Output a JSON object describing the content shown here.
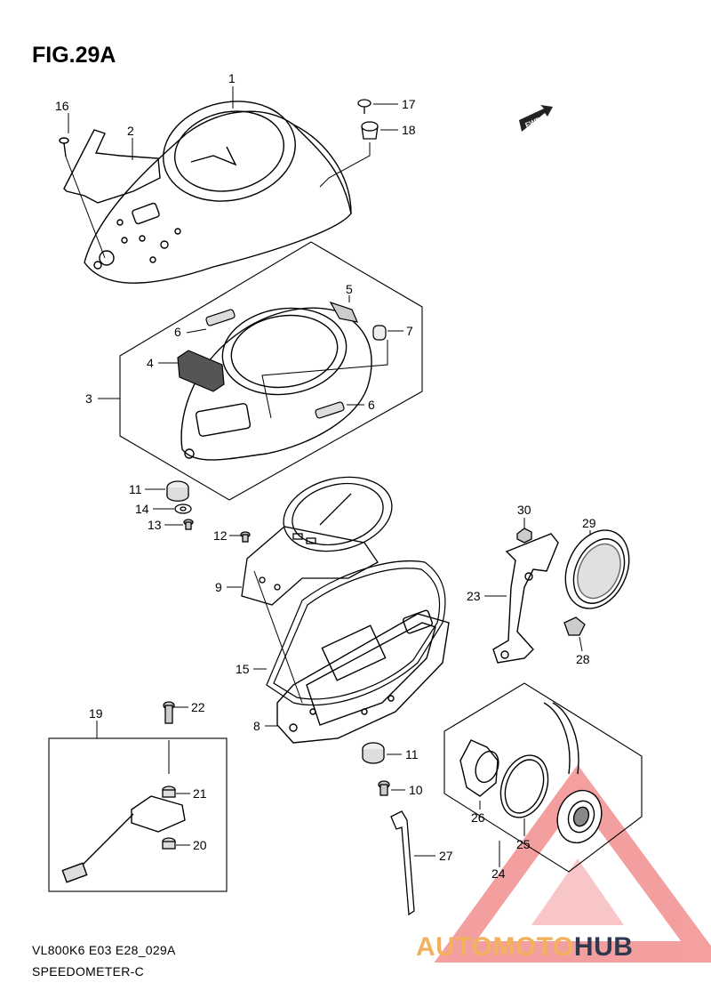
{
  "figure": {
    "title": "FIG.29A",
    "model_code": "VL800K6 E03 E28_029A",
    "section_name": "SPEEDOMETER-C"
  },
  "forward_badge": "FWD",
  "callouts": [
    "1",
    "2",
    "3",
    "4",
    "5",
    "6",
    "6",
    "7",
    "8",
    "9",
    "10",
    "11",
    "11",
    "12",
    "13",
    "14",
    "15",
    "16",
    "17",
    "18",
    "19",
    "20",
    "21",
    "22",
    "23",
    "24",
    "25",
    "26",
    "27",
    "28",
    "29",
    "30"
  ],
  "watermark": {
    "text_accent": "AUTOMOTO",
    "text_dark": "HUB",
    "accent_color": "#f2b15c",
    "dark_color": "#2d3a4f",
    "triangle_color": "#f08080"
  }
}
